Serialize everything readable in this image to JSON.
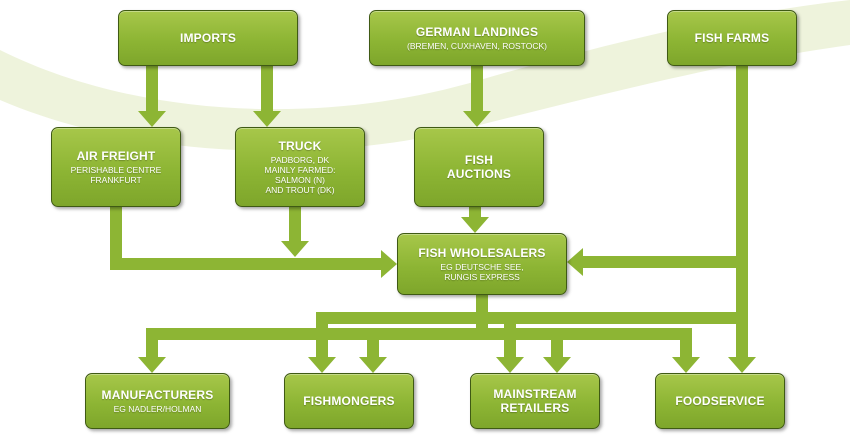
{
  "colors": {
    "box": "#8db534",
    "box_border": "#3f5a14",
    "arrow": "#8db534",
    "swoosh": "#eef3dc",
    "text": "#ffffff"
  },
  "nodes": {
    "imports": {
      "title": "IMPORTS"
    },
    "german_landings": {
      "title": "GERMAN LANDINGS",
      "sub": "(BREMEN, CUXHAVEN, ROSTOCK)"
    },
    "fish_farms": {
      "title": "FISH FARMS"
    },
    "air_freight": {
      "title": "AIR FREIGHT",
      "sub": "PERISHABLE CENTRE\nFRANKFURT"
    },
    "truck": {
      "title": "TRUCK",
      "sub": "PADBORG, DK\nMAINLY FARMED:\nSALMON (N)\nAND TROUT (DK)"
    },
    "fish_auctions": {
      "title": "FISH\nAUCTIONS"
    },
    "fish_wholesalers": {
      "title": "FISH WHOLESALERS",
      "sub": "EG DEUTSCHE SEE,\nRUNGIS EXPRESS"
    },
    "manufacturers": {
      "title": "MANUFACTURERS",
      "sub": "EG NADLER/HOLMAN"
    },
    "fishmongers": {
      "title": "FISHMONGERS"
    },
    "mainstream_retailers": {
      "title": "MAINSTREAM\nRETAILERS"
    },
    "foodservice": {
      "title": "FOODSERVICE"
    }
  },
  "edges": [
    {
      "from": "imports",
      "to": "air_freight"
    },
    {
      "from": "imports",
      "to": "truck"
    },
    {
      "from": "german_landings",
      "to": "fish_auctions"
    },
    {
      "from": "fish_auctions",
      "to": "fish_wholesalers"
    },
    {
      "from": "air_freight",
      "to": "fish_wholesalers"
    },
    {
      "from": "truck",
      "to": "fish_wholesalers"
    },
    {
      "from": "fish_farms",
      "to": "fish_wholesalers"
    },
    {
      "from": "fish_farms",
      "to": "foodservice"
    },
    {
      "from": "fish_farms",
      "to": "mainstream_retailers"
    },
    {
      "from": "fish_farms",
      "to": "fishmongers"
    },
    {
      "from": "fish_wholesalers",
      "to": "manufacturers"
    },
    {
      "from": "fish_wholesalers",
      "to": "fishmongers"
    },
    {
      "from": "fish_wholesalers",
      "to": "mainstream_retailers"
    },
    {
      "from": "fish_wholesalers",
      "to": "foodservice"
    }
  ]
}
